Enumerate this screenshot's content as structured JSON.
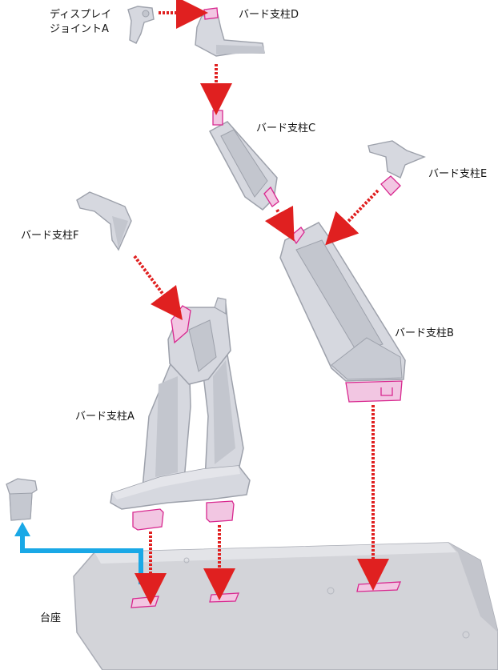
{
  "labels": {
    "display_joint_line1": "ディスプレイ",
    "display_joint_line2": "ジョイントA",
    "bird_strut_d": "バード支柱D",
    "bird_strut_c": "バード支柱C",
    "bird_strut_e": "バード支柱E",
    "bird_strut_f": "バード支柱F",
    "bird_strut_b": "バード支柱B",
    "bird_strut_a": "バード支柱A",
    "base": "台座"
  },
  "colors": {
    "part_fill": "#d6d8df",
    "part_stroke": "#9da1ab",
    "part_shadow": "#b9bcc6",
    "connector_fill": "#f2c6e2",
    "connector_stroke": "#d8288f",
    "arrow_red": "#e02020",
    "arrow_blue": "#1aa8e6",
    "base_fill": "#d3d4d9"
  }
}
